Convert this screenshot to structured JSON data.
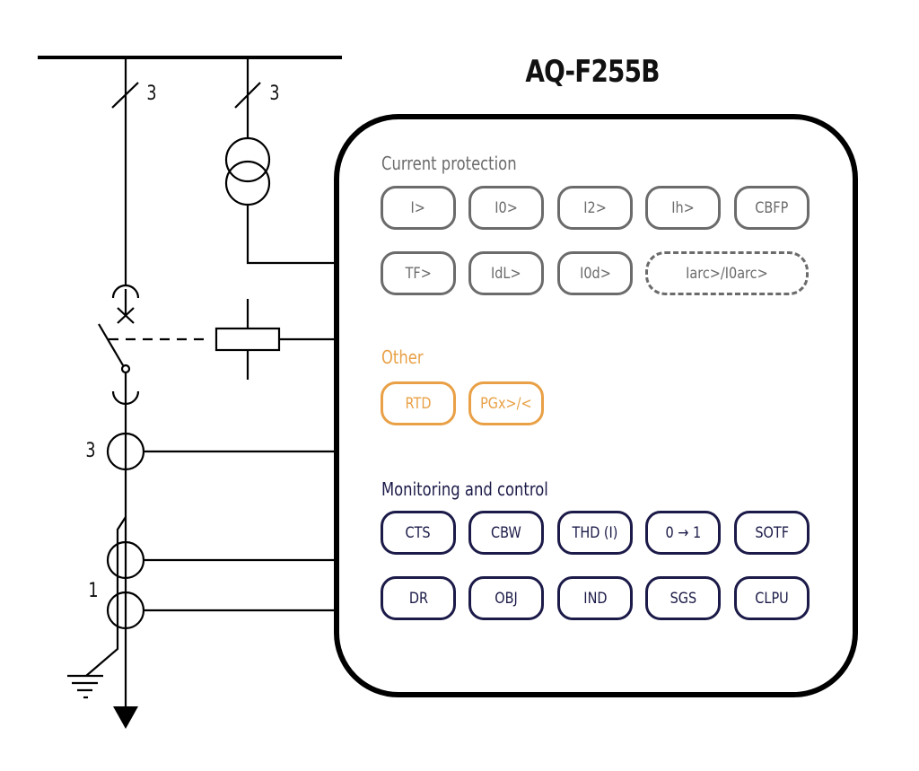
{
  "title": "AQ-F255B",
  "colors": {
    "current_protection": "#6b6b6b",
    "other": "#e9a046",
    "monitoring_and_control": "#1b1a48",
    "line": "#000000"
  },
  "sld": {
    "feeder_phase_count": "3",
    "vt_phase_count": "3",
    "ct_phase_count": "3",
    "residual_ct_count": "1"
  },
  "sections": [
    {
      "title": "Current protection",
      "rows": [
        [
          "I>",
          "I0>",
          "I2>",
          "Ih>",
          "CBFP"
        ],
        [
          "TF>",
          "IdL>",
          "I0d>",
          "Iarc>/I0arc>"
        ]
      ],
      "optional": [
        "Iarc>/I0arc>"
      ]
    },
    {
      "title": "Other",
      "rows": [
        [
          "RTD",
          "PGx>/<"
        ]
      ]
    },
    {
      "title": "Monitoring and control",
      "rows": [
        [
          "CTS",
          "CBW",
          "THD (I)",
          "0 → 1",
          "SOTF"
        ],
        [
          "DR",
          "OBJ",
          "IND",
          "SGS",
          "CLPU"
        ]
      ]
    }
  ]
}
